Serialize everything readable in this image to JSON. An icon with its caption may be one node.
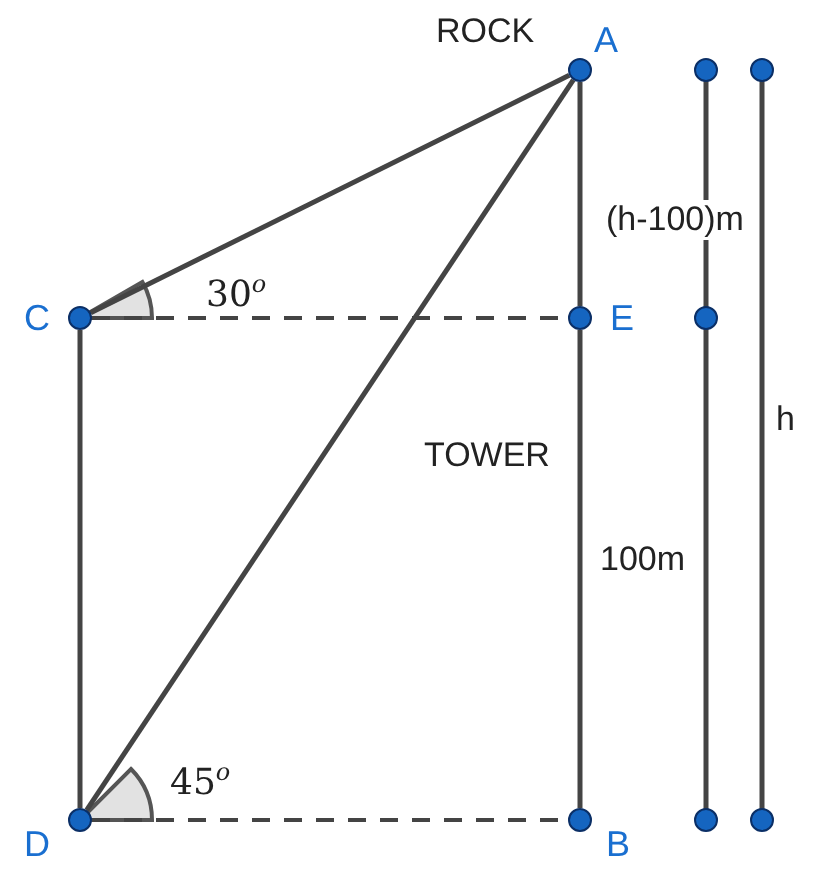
{
  "diagram": {
    "nodes": [
      {
        "text": [],
        "shape": "circle",
        "beside": [
          "A"
        ]
      },
      {
        "text": [],
        "shape": "circle",
        "beside": [
          "C"
        ]
      },
      {
        "text": [],
        "shape": "circle",
        "beside": [
          "E"
        ]
      },
      {
        "text": [],
        "shape": "circle",
        "beside": [
          "D"
        ]
      },
      {
        "text": [],
        "shape": "circle",
        "beside": [
          "B"
        ]
      }
    ],
    "edges": [
      {
        "from": 0,
        "to": 1,
        "arrow": "none"
      },
      {
        "from": 0,
        "to": 3,
        "arrow": "none"
      },
      {
        "from": 0,
        "to": 2,
        "arrow": "none"
      },
      {
        "from": 2,
        "to": 4,
        "arrow": "none"
      },
      {
        "from": 1,
        "to": 2,
        "arrow": "none",
        "style": "dashed"
      },
      {
        "from": 3,
        "to": 4,
        "arrow": "none",
        "style": "dashed"
      },
      {
        "from": 1,
        "to": 3,
        "arrow": "none"
      }
    ],
    "labels": [
      "ROCK",
      "(h-100)m",
      "30$^{o}$",
      "TOWER",
      "h",
      "100m",
      "45$^{o}$"
    ]
  }
}
